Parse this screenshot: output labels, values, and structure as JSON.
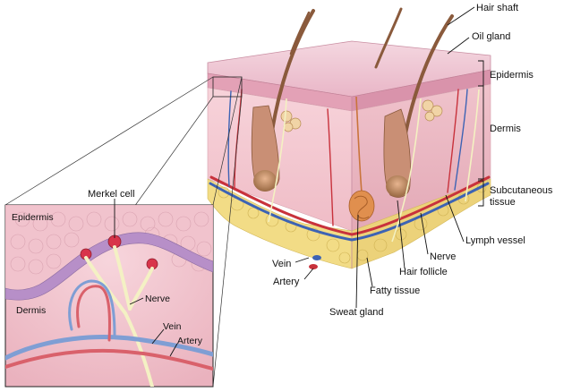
{
  "labels": {
    "hair_shaft": "Hair shaft",
    "oil_gland": "Oil gland",
    "epidermis": "Epidermis",
    "dermis": "Dermis",
    "subcutaneous_1": "Subcutaneous",
    "subcutaneous_2": "tissue",
    "lymph_vessel": "Lymph vessel",
    "nerve": "Nerve",
    "hair_follicle": "Hair follicle",
    "fatty_tissue": "Fatty tissue",
    "sweat_gland": "Sweat gland",
    "vein": "Vein",
    "artery": "Artery"
  },
  "inset": {
    "merkel_cell": "Merkel cell",
    "epidermis": "Epidermis",
    "dermis": "Dermis",
    "nerve": "Nerve",
    "vein": "Vein",
    "artery": "Artery"
  },
  "colors": {
    "epidermis_top": "#e8a9bf",
    "dermis": "#f2c6cf",
    "dermis_side": "#e9b3be",
    "fat": "#f3e08c",
    "artery": "#c8323c",
    "vein": "#3d63b4",
    "nerve": "#f6f3c8",
    "hair": "#8a5a3c",
    "gland": "#d98a4f"
  }
}
